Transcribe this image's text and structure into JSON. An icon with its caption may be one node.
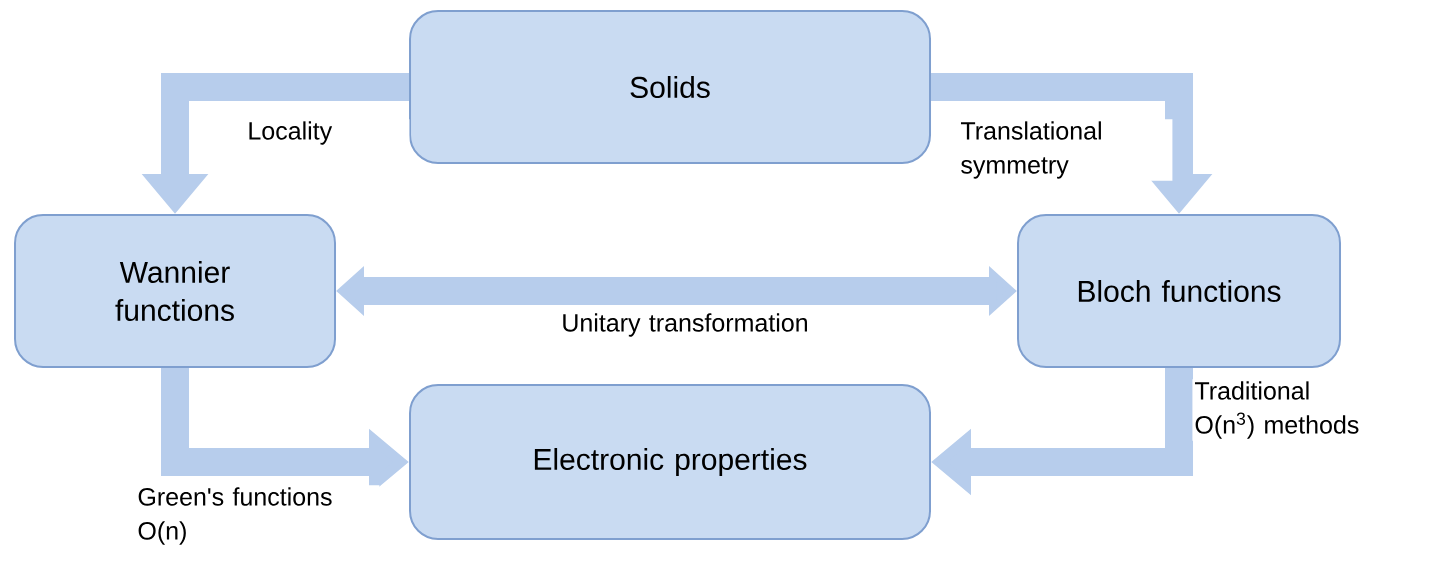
{
  "diagram": {
    "nodes": [
      {
        "text": [
          "Solids"
        ]
      },
      {
        "text": [
          "Wannier functions"
        ]
      },
      {
        "text": [
          "Bloch functions"
        ]
      },
      {
        "text": [
          "Electronic properties"
        ]
      }
    ],
    "edges": [
      {
        "from": 0,
        "to": 1,
        "arrow": "to",
        "label": "Locality"
      },
      {
        "from": 0,
        "to": 2,
        "arrow": "to",
        "label": "Translational symmetry"
      },
      {
        "from": 1,
        "to": 2,
        "arrow": "both",
        "label": "Unitary transformation"
      },
      {
        "from": 1,
        "to": 3,
        "arrow": "to",
        "label": "Green's functions O(n)"
      },
      {
        "from": 2,
        "to": 3,
        "arrow": "to",
        "label": "Traditional O(n$^{3}$) methods"
      }
    ]
  }
}
